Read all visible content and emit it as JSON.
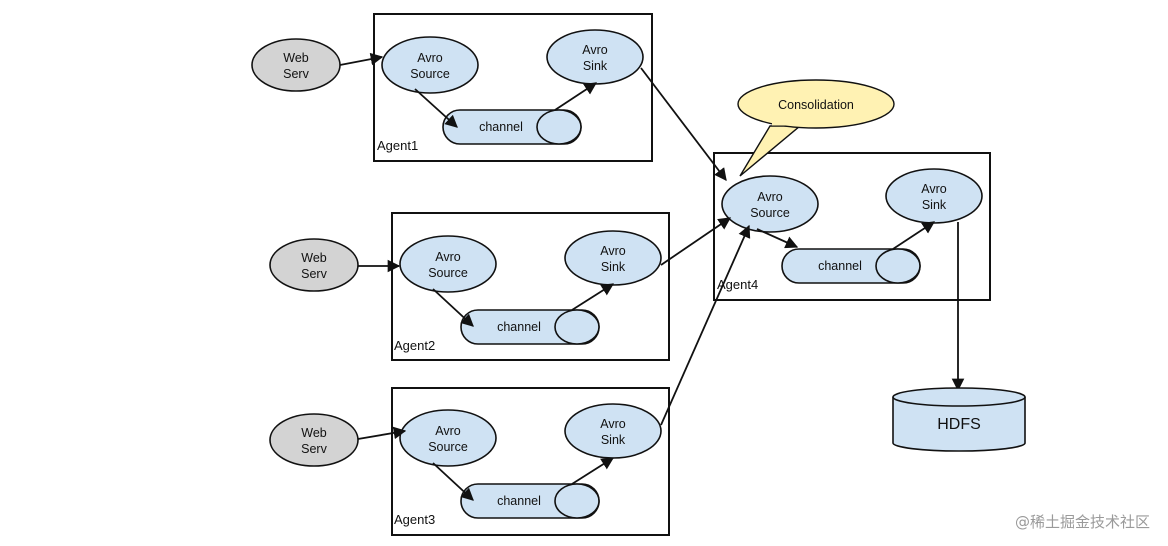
{
  "web_server_label": [
    "Web",
    "Serv"
  ],
  "avro_source_label": [
    "Avro",
    "Source"
  ],
  "avro_sink_label": [
    "Avro",
    "Sink"
  ],
  "channel_label": "channel",
  "agents": [
    "Agent1",
    "Agent2",
    "Agent3",
    "Agent4"
  ],
  "callout": "Consolidation",
  "hdfs_label": "HDFS",
  "watermark": "@稀土掘金技术社区",
  "colors": {
    "component_fill": "#cfe2f3",
    "web_server_fill": "#d3d3d3",
    "callout_fill": "#fff2b3"
  }
}
